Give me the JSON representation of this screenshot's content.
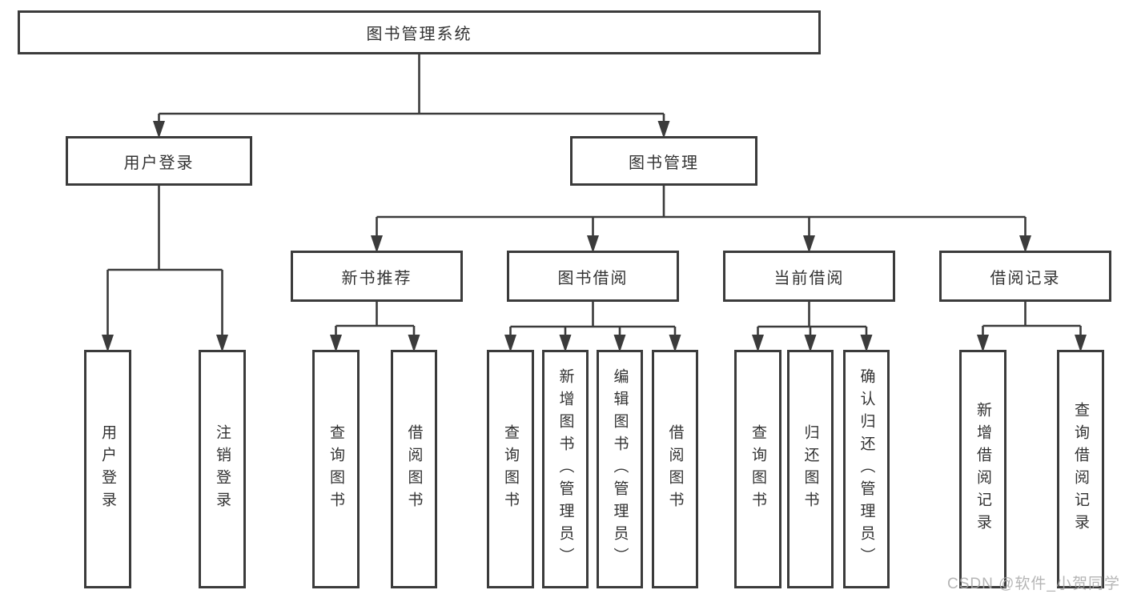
{
  "diagram": {
    "title": "图书管理系统",
    "nodes": {
      "root": "图书管理系统",
      "level2": [
        "用户登录",
        "图书管理"
      ],
      "level3": [
        "新书推荐",
        "图书借阅",
        "当前借阅",
        "借阅记录"
      ],
      "leaves_login": [
        "用户登录",
        "注销登录"
      ],
      "leaves_new_books": [
        "查询图书",
        "借阅图书"
      ],
      "leaves_borrow": [
        "查询图书",
        "新增图书（管理员）",
        "编辑图书（管理员）",
        "借阅图书"
      ],
      "leaves_current": [
        "查询图书",
        "归还图书",
        "确认归还（管理员）"
      ],
      "leaves_records": [
        "新增借阅记录",
        "查询借阅记录"
      ]
    },
    "colors": {
      "line": "#3b3b3b",
      "text": "#333333",
      "background": "#ffffff",
      "watermark": "#a9a9a9"
    },
    "watermark": "CSDN @软件_小贺同学"
  }
}
